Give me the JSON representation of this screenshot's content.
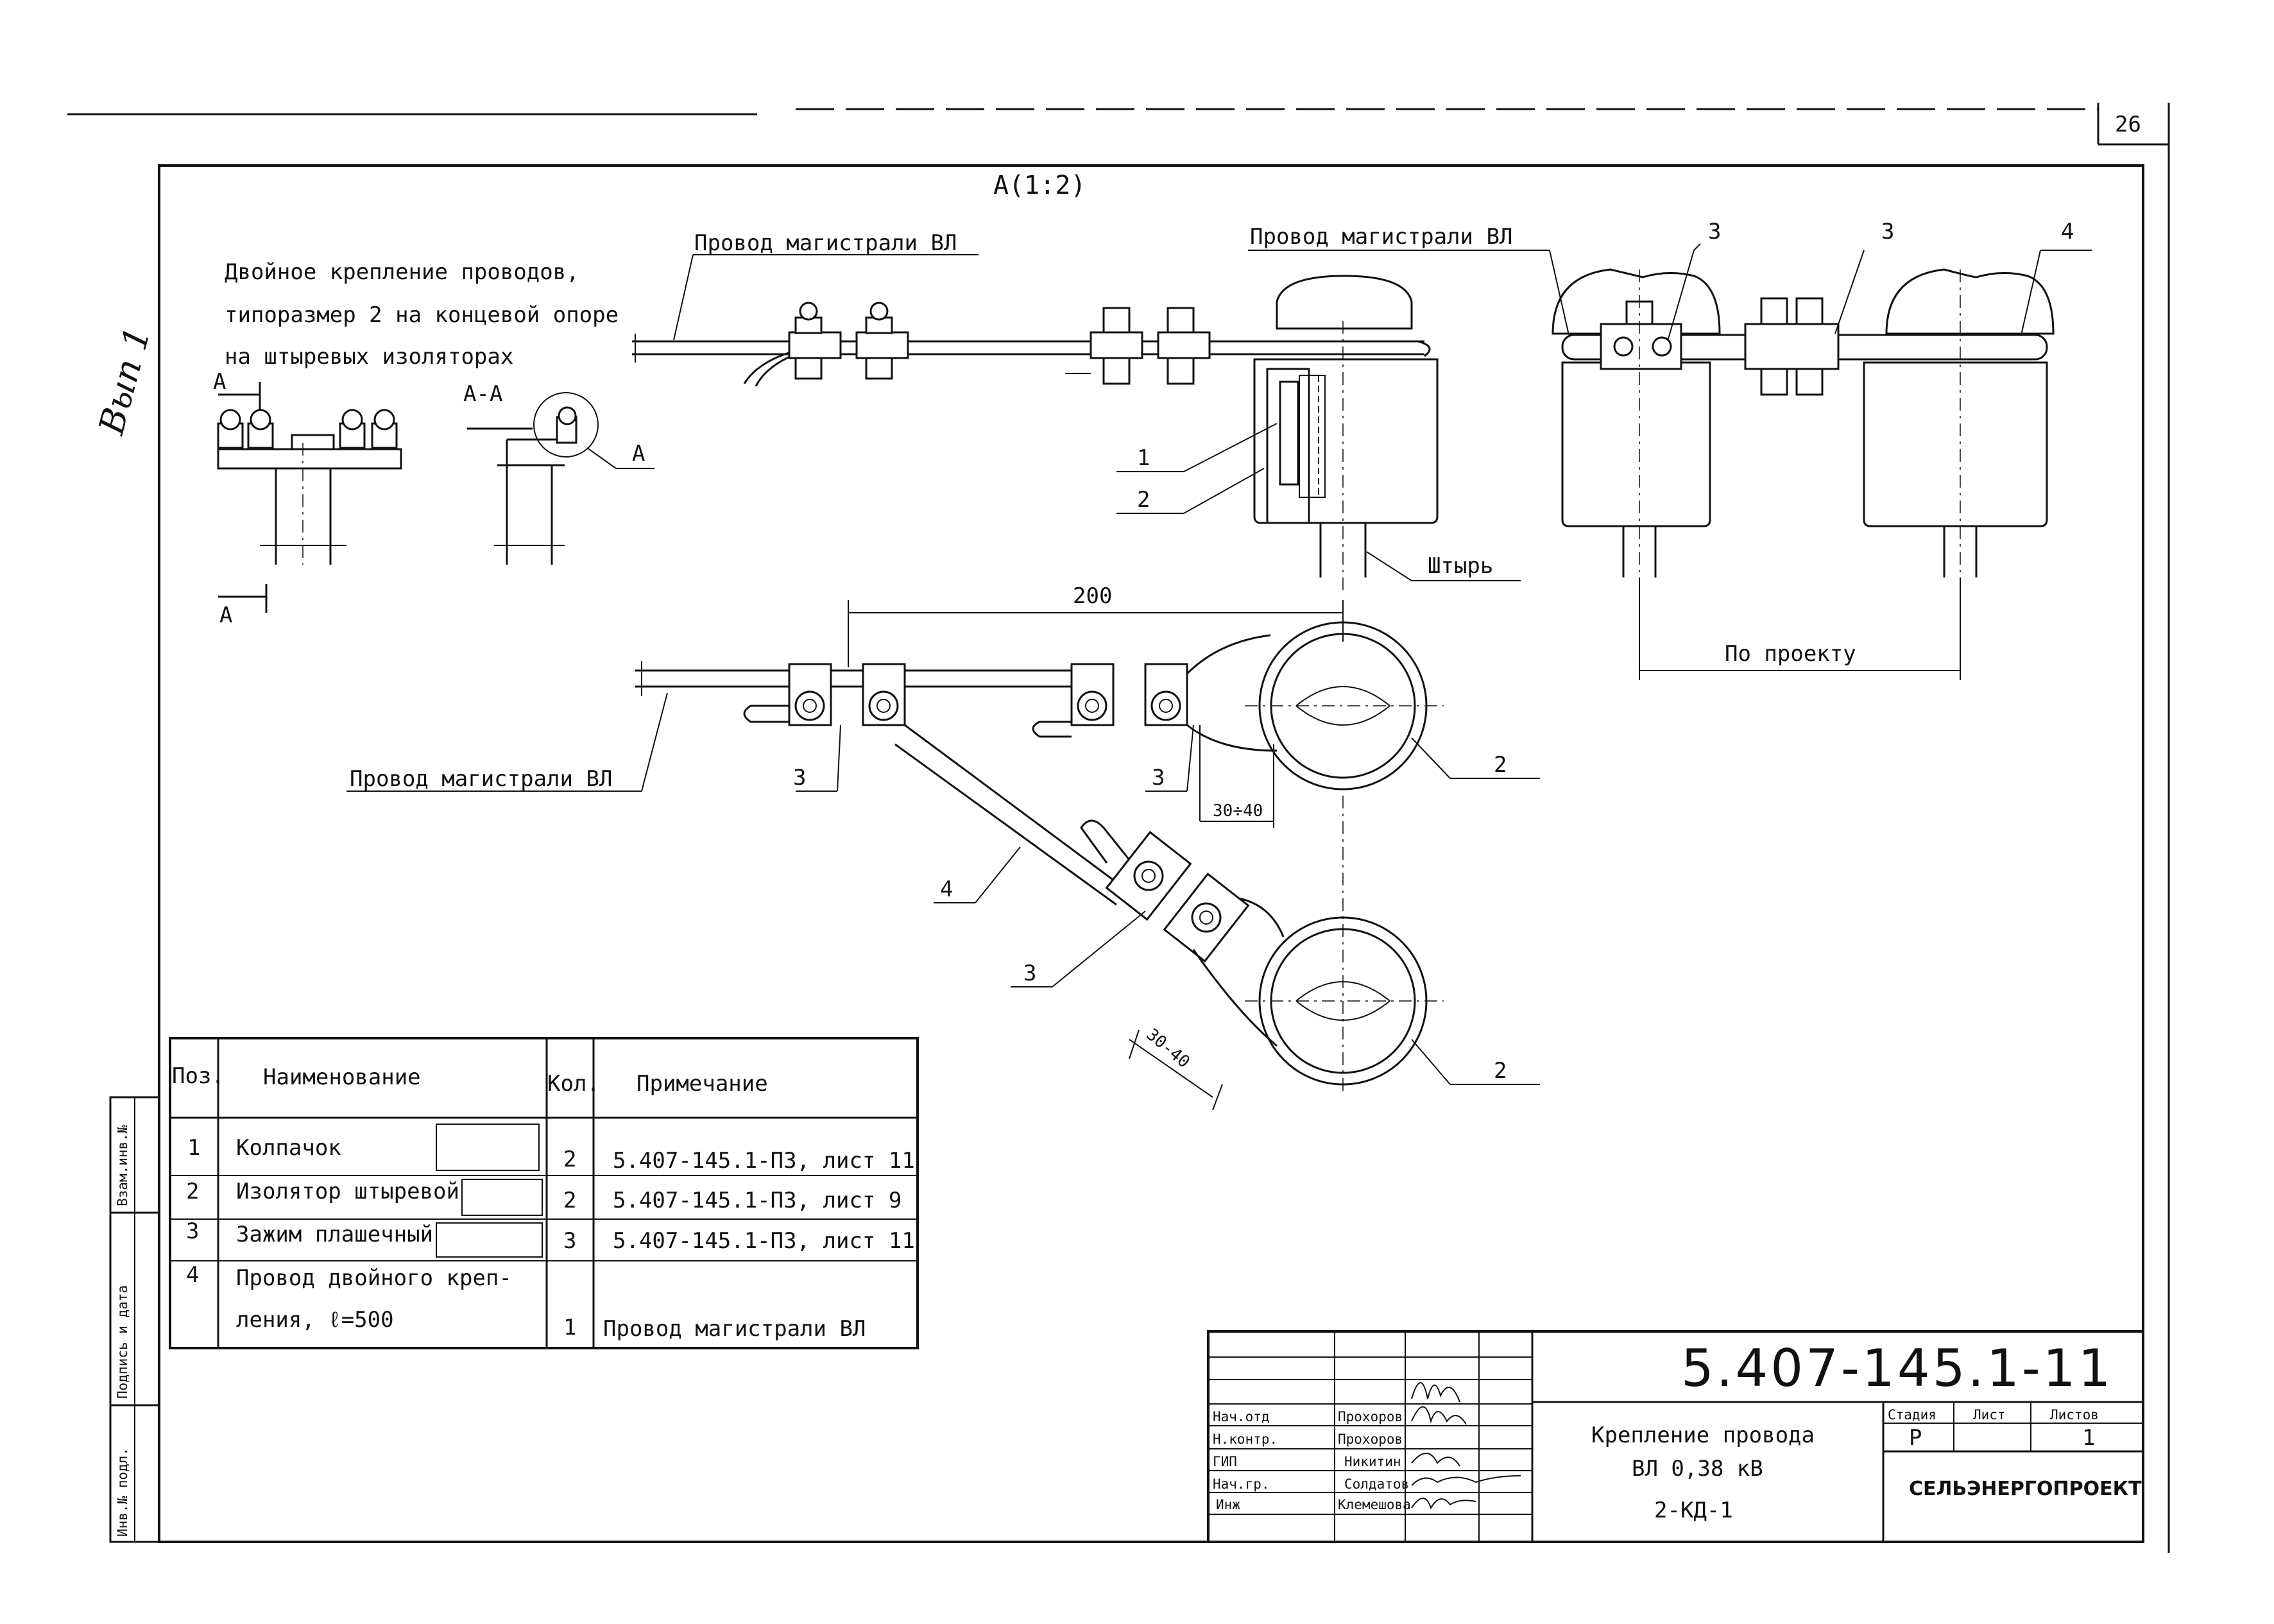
{
  "sheet": {
    "page_number": "26",
    "view_label": "А(1:2)",
    "handwritten_note": "Вып 1"
  },
  "description": {
    "line1": "Двойное крепление проводов,",
    "line2": "типоразмер 2 на концевой опоре",
    "line3": "на штыревых изоляторах"
  },
  "section_labels": {
    "a_left_top": "А",
    "a_left_bottom": "А",
    "aa": "А-А",
    "a_circle": "А"
  },
  "callouts": {
    "wire_main_1": "Провод магистрали ВЛ",
    "wire_main_2": "Провод магистрали ВЛ",
    "wire_main_3": "Провод магистрали ВЛ",
    "pin": "Штырь",
    "by_project": "По проекту",
    "pos1": "1",
    "pos2_side": "2",
    "pos3_side_a": "3",
    "pos3_side_b": "3",
    "pos4_side": "4",
    "pos3_top_a": "3",
    "pos3_top_b": "3",
    "pos3_top_c": "3",
    "pos4_top": "4",
    "pos2_top_a": "2",
    "pos2_top_b": "2"
  },
  "dimensions": {
    "d200": "200",
    "d30_40_a": "30÷40",
    "d30_40_b": "30-40"
  },
  "spec_table": {
    "headers": [
      "Поз.",
      "Наименование",
      "Кол.",
      "Примечание"
    ],
    "rows": [
      {
        "pos": "1",
        "name": "Колпачок",
        "qty": "2",
        "note": "5.407-145.1-ПЗ, лист 11"
      },
      {
        "pos": "2",
        "name": "Изолятор штыревой",
        "qty": "2",
        "note": "5.407-145.1-ПЗ, лист 9"
      },
      {
        "pos": "3",
        "name": "Зажим плашечный",
        "qty": "3",
        "note": "5.407-145.1-ПЗ, лист 11"
      },
      {
        "pos": "4",
        "name": "Провод двойного креп-",
        "name2": "ления, ℓ=500",
        "qty": "1",
        "note": "Провод магистрали ВЛ"
      }
    ]
  },
  "side_stamp": {
    "c1": "Взам.инв.№",
    "c2": "Подпись и дата",
    "c3": "Инв.№ подл."
  },
  "title_block": {
    "code": "5.407-145.1-11",
    "title_line1": "Крепление провода",
    "title_line2": "ВЛ 0,38 кВ",
    "title_line3": "2-КД-1",
    "stage_label": "Стадия",
    "sheet_label": "Лист",
    "sheets_label": "Листов",
    "stage_value": "Р",
    "sheets_value": "1",
    "organization": "СЕЛЬЭНЕРГОПРОЕКТ",
    "staff": [
      {
        "role": "Нач.отд",
        "name": "Прохоров"
      },
      {
        "role": "Н.контр.",
        "name": "Прохоров"
      },
      {
        "role": "ГИП",
        "name": "Никитин"
      },
      {
        "role": "Нач.гр.",
        "name": "Солдатов"
      },
      {
        "role": "Инж",
        "name": "Клемешова"
      }
    ]
  }
}
